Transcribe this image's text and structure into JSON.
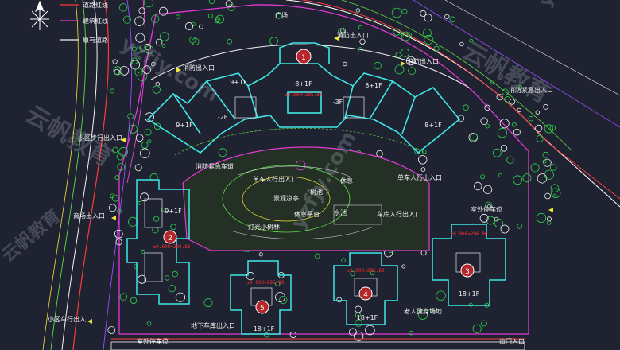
{
  "legend": {
    "road_red_line": "道路红线",
    "building_red_line": "建筑红线",
    "existing_road": "原有道路"
  },
  "plaza": "广场",
  "buildings": [
    {
      "num": "1",
      "floors": "8+1F",
      "elev": "±0.000=295.80"
    },
    {
      "num": "2",
      "floors": "9+1F",
      "elev": "±0.000=296.80"
    },
    {
      "num": "3",
      "floors": "18+1F",
      "elev": "±0.000=296.80"
    },
    {
      "num": "4",
      "floors": "18+1F",
      "elev": "±0.000=296.80"
    },
    {
      "num": "5",
      "floors": "18+1F",
      "elev": "±0.000=296.80"
    }
  ],
  "arc_floors": [
    "9+1F",
    "9+1F",
    "8+1F",
    "8+1F"
  ],
  "basement": [
    "-2F",
    "-3F"
  ],
  "labels": {
    "fire_entry_top": "消防出入口",
    "fire_entry_left": "消防出入口",
    "fire_entry_right": "消防出入口",
    "fire_emergency_entry": "消防紧急出入口",
    "fire_emergency_lane": "消防紧急车道",
    "walk_entry_left": "小区步行出入口",
    "shop_entry": "商场出入口",
    "car_entry": "小区车行出入口",
    "ped_entry_center": "单车人行出入口",
    "landscape_pavilion": "景观凉亭",
    "pergola": "树池",
    "water": "水池",
    "leisure_plaza": "休息平台",
    "light_forest": "灯光小树林",
    "cafe": "休息",
    "bike_entry_right": "单车人行出入口",
    "car_entry_right": "车库入行出入口",
    "outdoor_parking": "室外停车位",
    "fitness": "老人健身场地",
    "garage_entry": "地下车库出入口",
    "outdoor_parking_bottom": "室外停车位",
    "south_gate": "南门入口"
  },
  "watermarks": [
    "云帆教育",
    "yzfjy.com",
    "云帆教育",
    "yzfjy.com",
    "云帆教育",
    "yzfjy.com"
  ],
  "colors": {
    "background": "#1f2230",
    "building": "#3ee8e6",
    "boundary": "#e23ad6",
    "red_line": "#ff3a3a",
    "road": "#f4f4f4",
    "tree": "#2bd24a",
    "yellow": "#f2e53a",
    "green_line": "#5fdc45",
    "magenta": "#ff4df0"
  }
}
